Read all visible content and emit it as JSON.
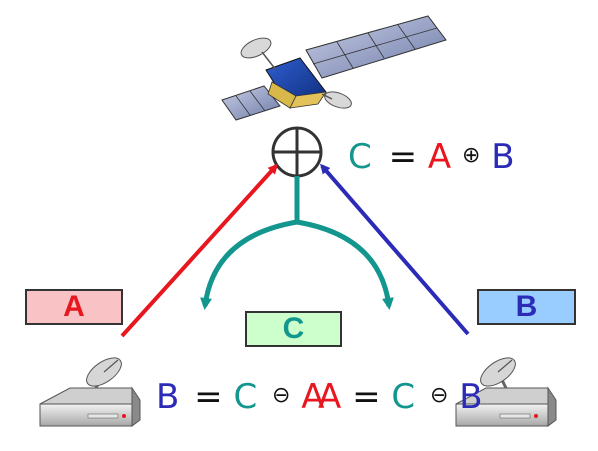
{
  "colors": {
    "a": "#e8161e",
    "b": "#2b2bb8",
    "c": "#12968e",
    "box_a_fill": "#f9c3c6",
    "box_b_fill": "#99ccff",
    "box_c_fill": "#ccffcc"
  },
  "boxes": {
    "a": "A",
    "b": "B",
    "c": "C"
  },
  "equations": {
    "satellite": {
      "lhs": "C",
      "eq": "=",
      "t1": "A",
      "op": "⊕",
      "t2": "B"
    },
    "left": {
      "lhs": "B",
      "eq": "=",
      "t1": "C",
      "op": "⊖",
      "t2": "A"
    },
    "right": {
      "lhs": "A",
      "eq": "=",
      "t1": "C",
      "op": "⊖",
      "t2": "B"
    }
  },
  "icons": [
    "satellite-icon",
    "xor-operator-icon",
    "ground-station-left-icon",
    "ground-station-right-icon"
  ]
}
